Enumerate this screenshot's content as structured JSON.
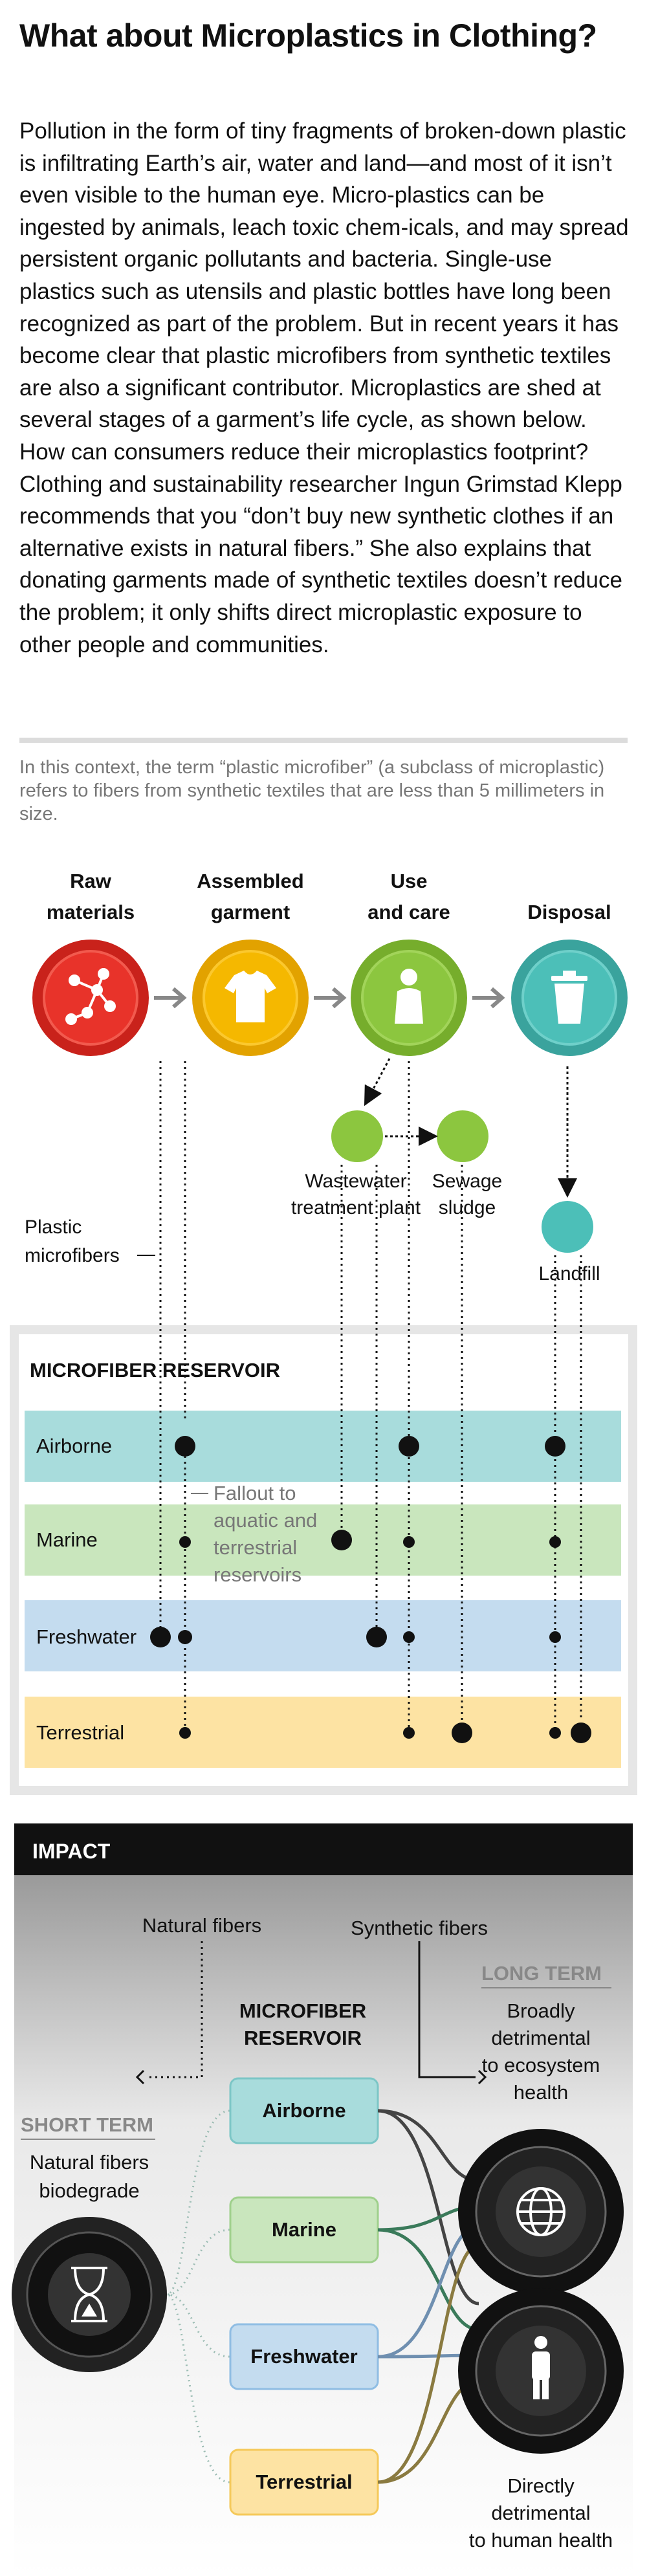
{
  "title": "What about Microplastics in Clothing?",
  "intro": "Pollution in the form of tiny fragments of broken-down plastic is infiltrating Earth’s air, water and land—and most of it isn’t even visible to the human eye. Micro-plastics can be ingested by animals, leach toxic chem-icals, and may spread persistent organic pollutants and bacteria. Single-use plastics such as utensils and plastic bottles have long been recognized as part of the problem. But in recent years it has become clear that plastic microfibers from synthetic textiles are also a significant contributor. Microplastics are shed at several stages of a garment’s life cycle, as shown below. How can consumers reduce their microplastics footprint? Clothing and sustainability researcher Ingun Grimstad Klepp recommends that you “don’t buy new synthetic clothes if an alternative exists in natural fibers.” She also explains that donating garments made of synthetic textiles doesn’t reduce the problem; it only shifts direct microplastic exposure to other people and communities.",
  "definition": "In this context, the term “plastic microfiber” (a subclass of microplastic) refers to fibers from synthetic textiles that are less than 5 millimeters in size.",
  "lifecycle": {
    "stages": [
      {
        "line1": "Raw",
        "line2": "materials",
        "icon": "molecule-icon",
        "color": "#e8332a"
      },
      {
        "line1": "Assembled",
        "line2": "garment",
        "icon": "shirt-icon",
        "color": "#f5b800"
      },
      {
        "line1": "Use",
        "line2": "and care",
        "icon": "person-icon",
        "color": "#8cc63f"
      },
      {
        "line1": "Disposal",
        "line2": "",
        "icon": "trash-can-icon",
        "color": "#4cbfb8"
      }
    ],
    "wastewater_line1": "Wastewater",
    "wastewater_line2": "treatment plant",
    "sewage_line1": "Sewage",
    "sewage_line2": "sludge",
    "landfill": "Landfill",
    "plastic_line1": "Plastic",
    "plastic_line2": "microfibers"
  },
  "reservoir": {
    "heading": "MICROFIBER RESERVOIR",
    "rows": [
      {
        "label": "Airborne",
        "color": "#a8dcdc"
      },
      {
        "label": "Marine",
        "color": "#c9e6bd"
      },
      {
        "label": "Freshwater",
        "color": "#c4dcef"
      },
      {
        "label": "Terrestrial",
        "color": "#fde3a3"
      }
    ],
    "fallout_line1": "Fallout to",
    "fallout_line2": "aquatic and",
    "fallout_line3": "terrestrial",
    "fallout_line4": "reservoirs"
  },
  "impact": {
    "heading": "IMPACT",
    "natural": "Natural fibers",
    "synthetic": "Synthetic fibers",
    "reservoir_line1": "MICROFIBER",
    "reservoir_line2": "RESERVOIR",
    "short_term": "SHORT TERM",
    "short_line1": "Natural fibers",
    "short_line2": "biodegrade",
    "long_term": "LONG TERM",
    "long_line1": "Broadly",
    "long_line2": "detrimental",
    "long_line3": "to ecosystem",
    "long_line4": "health",
    "human_line1": "Directly",
    "human_line2": "detrimental",
    "human_line3": "to human health",
    "tubes": [
      {
        "label": "Airborne",
        "color": "#a8dcdc"
      },
      {
        "label": "Marine",
        "color": "#c9e6bd"
      },
      {
        "label": "Freshwater",
        "color": "#c4dcef"
      },
      {
        "label": "Terrestrial",
        "color": "#fde3a3"
      }
    ]
  }
}
